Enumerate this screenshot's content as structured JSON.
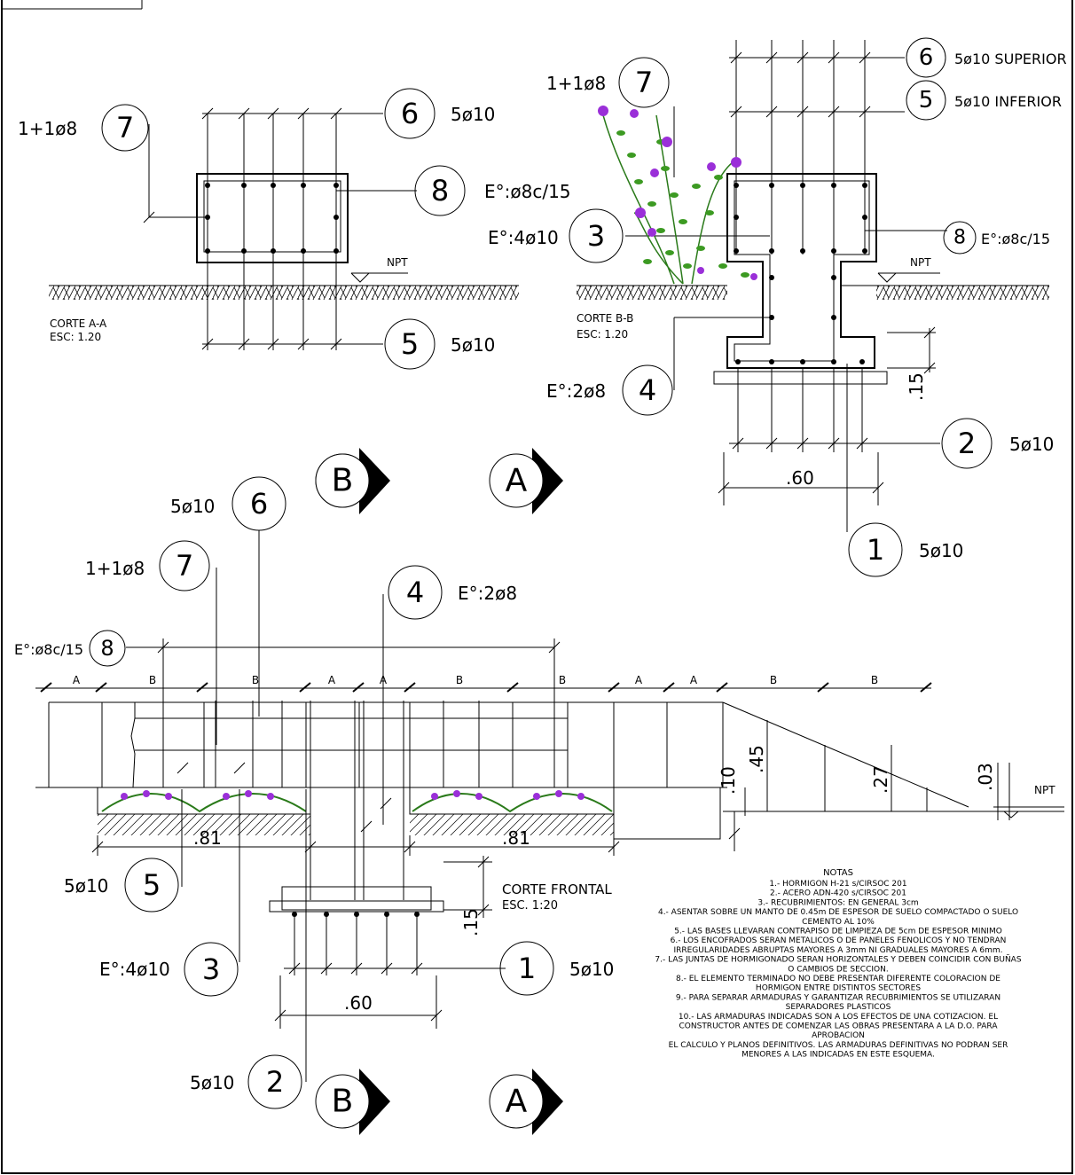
{
  "callouts": {
    "c7_aa": {
      "num": "7",
      "label": "1+1ø8"
    },
    "c6_aa": {
      "num": "6",
      "label": "5ø10"
    },
    "c8_aa": {
      "num": "8",
      "label": "E°:ø8c/15"
    },
    "c5_aa": {
      "num": "5",
      "label": "5ø10"
    },
    "c7_bb": {
      "num": "7",
      "label": "1+1ø8"
    },
    "c6_bb": {
      "num": "6",
      "label": "5ø10  SUPERIOR"
    },
    "c5_bb": {
      "num": "5",
      "label": "5ø10  INFERIOR"
    },
    "c3_bb": {
      "num": "3",
      "label": "E°:4ø10"
    },
    "c8_bb": {
      "num": "8",
      "label": "E°:ø8c/15"
    },
    "c4_bb": {
      "num": "4",
      "label": "E°:2ø8"
    },
    "c2_bb": {
      "num": "2",
      "label": "5ø10"
    },
    "c1_bb": {
      "num": "1",
      "label": "5ø10"
    },
    "c6_fr": {
      "num": "6",
      "label": "5ø10"
    },
    "c7_fr": {
      "num": "7",
      "label": "1+1ø8"
    },
    "c4_fr": {
      "num": "4",
      "label": "E°:2ø8"
    },
    "c8_fr": {
      "num": "8",
      "label": "E°:ø8c/15"
    },
    "c5_fr": {
      "num": "5",
      "label": "5ø10"
    },
    "c3_fr": {
      "num": "3",
      "label": "E°:4ø10"
    },
    "c1_fr": {
      "num": "1",
      "label": "5ø10"
    },
    "c2_fr": {
      "num": "2",
      "label": "5ø10"
    }
  },
  "section_markers": {
    "b1": "B",
    "a1": "A",
    "b2": "B",
    "a2": "A"
  },
  "titles": {
    "aa_title": "CORTE A-A",
    "aa_scale": "ESC: 1.20",
    "bb_title": "CORTE B-B",
    "bb_scale": "ESC: 1.20",
    "fr_title": "CORTE FRONTAL",
    "fr_scale": "ESC. 1:20"
  },
  "npt": {
    "aa": "NPT",
    "bb": "NPT",
    "fr": "NPT"
  },
  "dims": {
    "bb_15": ".15",
    "bb_60": ".60",
    "fr_81a": ".81",
    "fr_81b": ".81",
    "fr_15": ".15",
    "fr_60": ".60",
    "fr_10": ".10",
    "fr_45": ".45",
    "fr_27": ".27",
    "fr_03": ".03"
  },
  "segments": [
    "A",
    "B",
    "B",
    "A",
    "A",
    "B",
    "B",
    "A",
    "A",
    "B",
    "B"
  ],
  "notes": {
    "heading": "NOTAS",
    "lines": [
      "1.- HORMIGON H-21 s/CIRSOC 201",
      "2.- ACERO ADN-420 s/CIRSOC 201",
      "3.- RECUBRIMIENTOS: EN GENERAL 3cm",
      "4.- ASENTAR SOBRE UN MANTO DE 0.45m DE ESPESOR DE SUELO COMPACTADO O SUELO",
      "CEMENTO AL 10%",
      "5.- LAS BASES LLEVARAN CONTRAPISO DE LIMPIEZA DE 5cm DE ESPESOR MINIMO",
      "6.- LOS ENCOFRADOS SERAN METALICOS O DE PANELES FENOLICOS Y NO TENDRAN",
      "IRREGULARIDADES ABRUPTAS MAYORES A 3mm NI GRADUALES MAYORES A 6mm.",
      "7.- LAS JUNTAS DE HORMIGONADO SERAN HORIZONTALES Y DEBEN COINCIDIR CON BUÑAS",
      "O CAMBIOS DE SECCION.",
      "8.- EL ELEMENTO TERMINADO NO DEBE PRESENTAR DIFERENTE COLORACION DE",
      "HORMIGON ENTRE DISTINTOS SECTORES",
      "9.- PARA SEPARAR ARMADURAS Y GARANTIZAR RECUBRIMIENTOS SE UTILIZARAN",
      "SEPARADORES PLASTICOS",
      "10.- LAS ARMADURAS INDICADAS SON A LOS EFECTOS DE UNA COTIZACION. EL",
      "CONSTRUCTOR ANTES DE COMENZAR LAS OBRAS PRESENTARA A LA D.O. PARA",
      "APROBACION",
      "EL CALCULO Y PLANOS DEFINITIVOS. LAS ARMADURAS DEFINITIVAS NO PODRAN SER",
      "MENORES A LAS INDICADAS EN ESTE ESQUEMA."
    ]
  }
}
